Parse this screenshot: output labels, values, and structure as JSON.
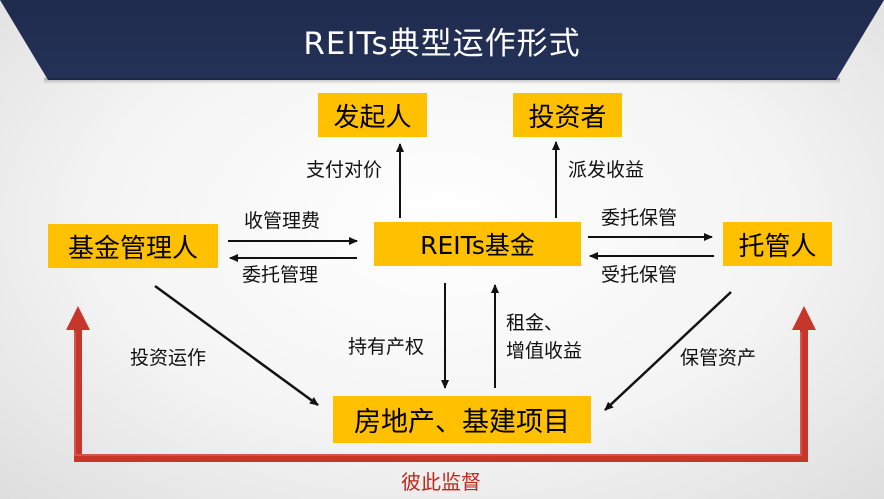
{
  "title": "REITs典型运作形式",
  "nodes": {
    "sponsor": "发起人",
    "investor": "投资者",
    "fund_manager": "基金管理人",
    "reits_fund": "REITs基金",
    "custodian": "托管人",
    "property": "房地产、基建项目"
  },
  "edges": {
    "pay_price": "支付对价",
    "dividend": "派发收益",
    "mgmt_fee": "收管理费",
    "entrust_mgmt": "委托管理",
    "entrust_custody": "委托保管",
    "accept_custody": "受托保管",
    "invest_ops": "投资运作",
    "hold_property": "持有产权",
    "rent_line1": "租金、",
    "rent_line2": "增值收益",
    "custody_assets": "保管资产"
  },
  "mutual_supervision": "彼此监督",
  "colors": {
    "box": "#ffc000",
    "banner": "#1f2b4d",
    "supervision": "#c0281e"
  }
}
